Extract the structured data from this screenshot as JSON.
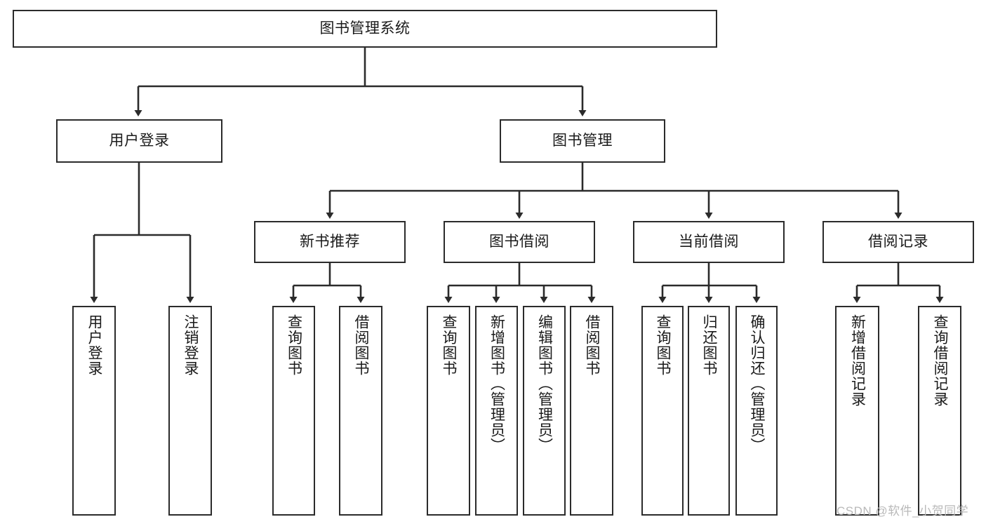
{
  "diagram": {
    "title": "图书管理系统",
    "type": "tree",
    "orientation": "top-down",
    "colors": {
      "box_border": "#2b2b2b",
      "box_fill": "#ffffff",
      "connector": "#2b2b2b",
      "text": "#1a1a1a",
      "watermark": "#b9b9b9",
      "background": "#ffffff"
    },
    "nodes": {
      "root": {
        "label": "图书管理系统"
      },
      "level2": [
        {
          "label": "用户登录"
        },
        {
          "label": "图书管理"
        }
      ],
      "level3": [
        {
          "label": "新书推荐"
        },
        {
          "label": "图书借阅"
        },
        {
          "label": "当前借阅"
        },
        {
          "label": "借阅记录"
        }
      ],
      "leaves_user_login": [
        {
          "label": "用户登录"
        },
        {
          "label": "注销登录"
        }
      ],
      "leaves_new_books": [
        {
          "label": "查询图书"
        },
        {
          "label": "借阅图书"
        }
      ],
      "leaves_borrow": [
        {
          "label": "查询图书"
        },
        {
          "label": "新增图书（管理员）"
        },
        {
          "label": "编辑图书（管理员）"
        },
        {
          "label": "借阅图书"
        }
      ],
      "leaves_current": [
        {
          "label": "查询图书"
        },
        {
          "label": "归还图书"
        },
        {
          "label": "确认归还（管理员）"
        }
      ],
      "leaves_records": [
        {
          "label": "新增借阅记录"
        },
        {
          "label": "查询借阅记录"
        }
      ]
    },
    "watermark": "CSDN @软件_小贺同学"
  }
}
